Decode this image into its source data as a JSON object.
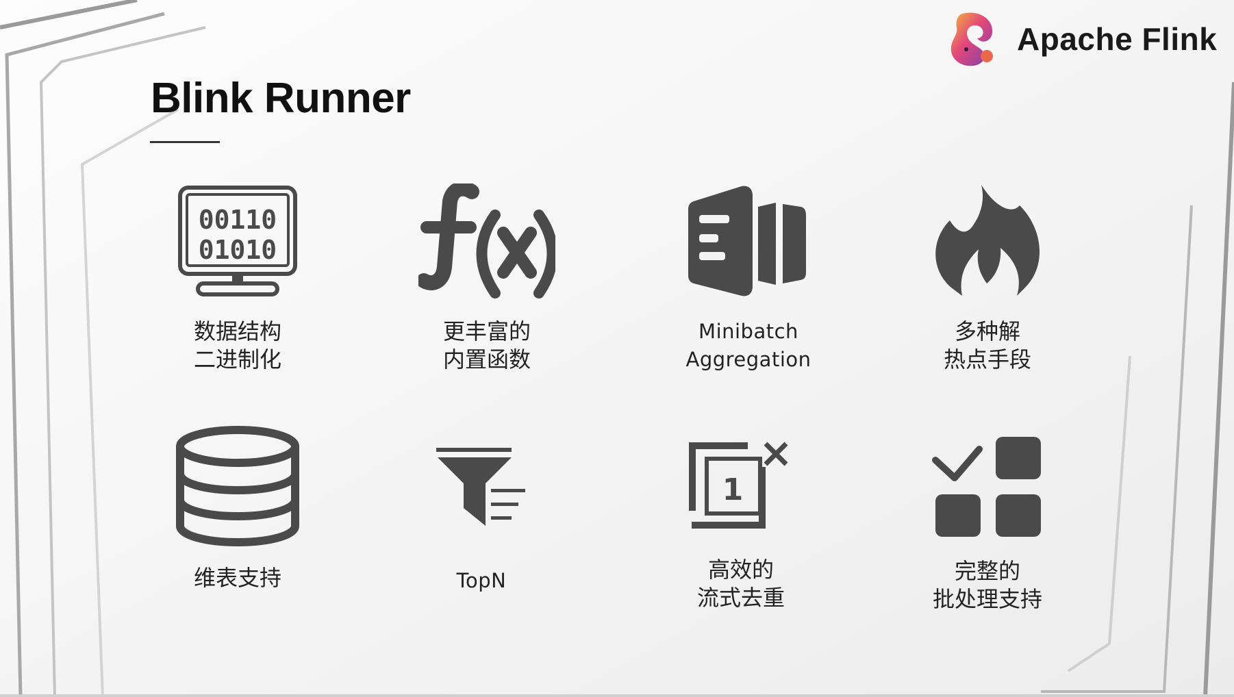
{
  "brand": {
    "name": "Apache Flink",
    "logo_icon": "flink-squirrel-logo"
  },
  "slide": {
    "title": "Blink Runner"
  },
  "colors": {
    "icon": "#4a4a4a",
    "text": "#222222",
    "background": "#f3f3f3"
  },
  "features": [
    {
      "id": "binary",
      "icon": "binary-monitor-icon",
      "label": "数据结构\n二进制化",
      "binary_rows": [
        "00110",
        "01010"
      ]
    },
    {
      "id": "functions",
      "icon": "function-fx-icon",
      "label": "更丰富的\n内置函数"
    },
    {
      "id": "minibatch",
      "icon": "minibatch-bars-icon",
      "label": "Minibatch\nAggregation"
    },
    {
      "id": "hotspot",
      "icon": "flame-icon",
      "label": "多种解\n热点手段"
    },
    {
      "id": "dimension",
      "icon": "database-icon",
      "label": "维表支持"
    },
    {
      "id": "topn",
      "icon": "filter-list-icon",
      "label": "TopN"
    },
    {
      "id": "dedup",
      "icon": "dedup-copy-icon",
      "label": "高效的\n流式去重",
      "badge": "1"
    },
    {
      "id": "batch",
      "icon": "checklist-grid-icon",
      "label": "完整的\n批处理支持"
    }
  ]
}
